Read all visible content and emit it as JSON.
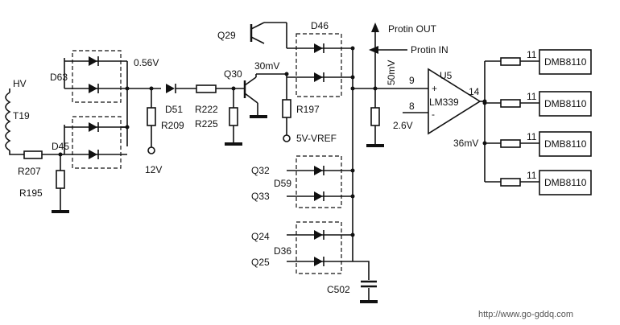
{
  "labels": {
    "hv": "HV",
    "t19": "T19",
    "d63": "D63",
    "d45": "D45",
    "r207": "R207",
    "r195": "R195",
    "v056": "0.56V",
    "d51": "D51",
    "r209": "R209",
    "v12": "12V",
    "r222": "R222",
    "r225": "R225",
    "q30": "Q30",
    "q29": "Q29",
    "mv30": "30mV",
    "r197": "R197",
    "vref": "5V-VREF",
    "d46": "D46",
    "q32": "Q32",
    "q33": "Q33",
    "d59": "D59",
    "q24": "Q24",
    "q25": "Q25",
    "d36": "D36",
    "c502": "C502",
    "protin_out": "Protin OUT",
    "protin_in": "Protin IN",
    "mv50": "50mV",
    "pin9": "9",
    "pin8": "8",
    "v26": "2.6V",
    "plus": "+",
    "minus": "-",
    "u5": "U5",
    "lm339": "LM339",
    "pin14": "14",
    "mv36": "36mV",
    "pin11a": "11",
    "pin11b": "11",
    "pin11c": "11",
    "pin11d": "11",
    "dmb1": "DMB8110",
    "dmb2": "DMB8110",
    "dmb3": "DMB8110",
    "dmb4": "DMB8110",
    "url": "http://www.go-gddq.com"
  }
}
